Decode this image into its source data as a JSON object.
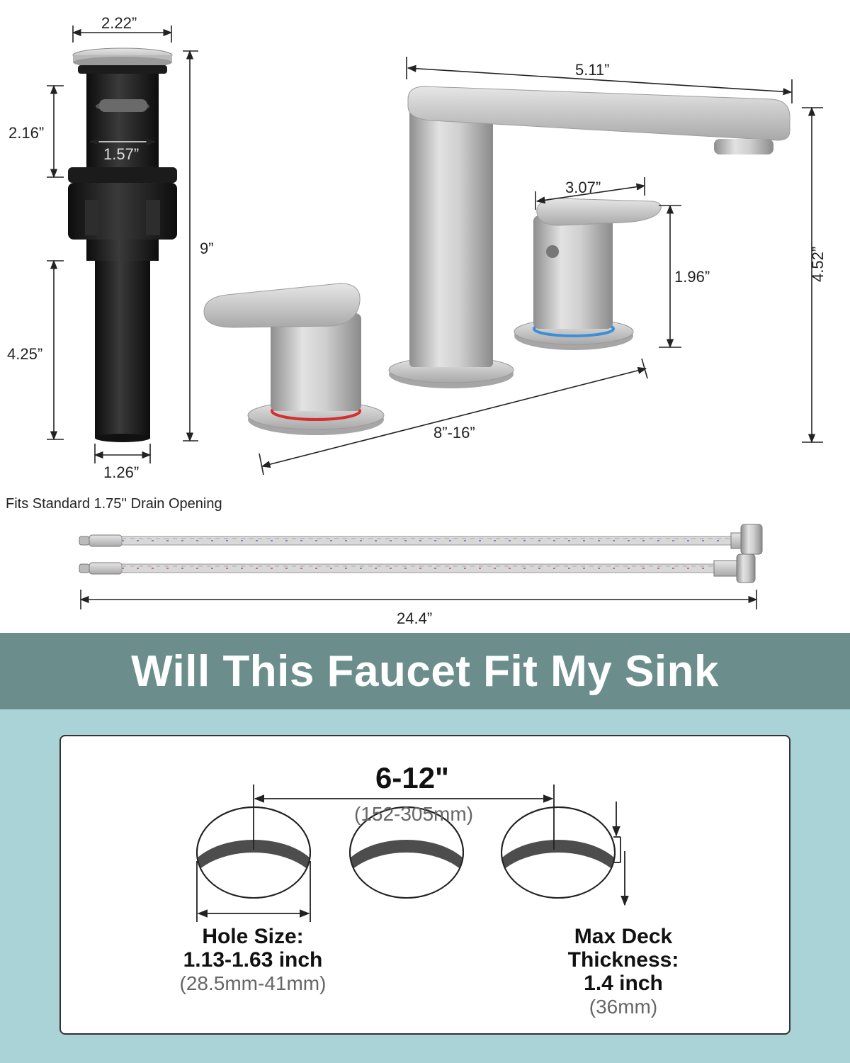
{
  "drain": {
    "cap_width": "2.22”",
    "overflow_height": "2.16”",
    "body_width": "1.57”",
    "total_height": "9”",
    "tail_length": "4.25”",
    "tail_width": "1.26”"
  },
  "faucet": {
    "spout_reach": "5.11”",
    "handle_length": "3.07”",
    "handle_height": "1.96”",
    "spread": "8”-16”",
    "faucet_height": "4.52”"
  },
  "drain_caption": "Fits Standard 1.75'' Drain Opening",
  "hose_length": "24.4”",
  "banner_title": "Will This Faucet Fit My Sink",
  "sink": {
    "spacing": "6-12\"",
    "spacing_mm": "(152-305mm)",
    "hole_size_label": "Hole Size:",
    "hole_size_value": "1.13-1.63 inch",
    "hole_size_mm": "(28.5mm-41mm)",
    "deck_label_1": "Max Deck",
    "deck_label_2": "Thickness:",
    "deck_value": "1.4 inch",
    "deck_mm": "(36mm)"
  },
  "colors": {
    "banner": "#6b8e8d",
    "background_lower": "#a9d3d6",
    "hot_ring": "#d32f2f",
    "cold_ring": "#3b8fd8",
    "drain_body": "#1b1b1b",
    "nickel": "#c9c9c9"
  }
}
